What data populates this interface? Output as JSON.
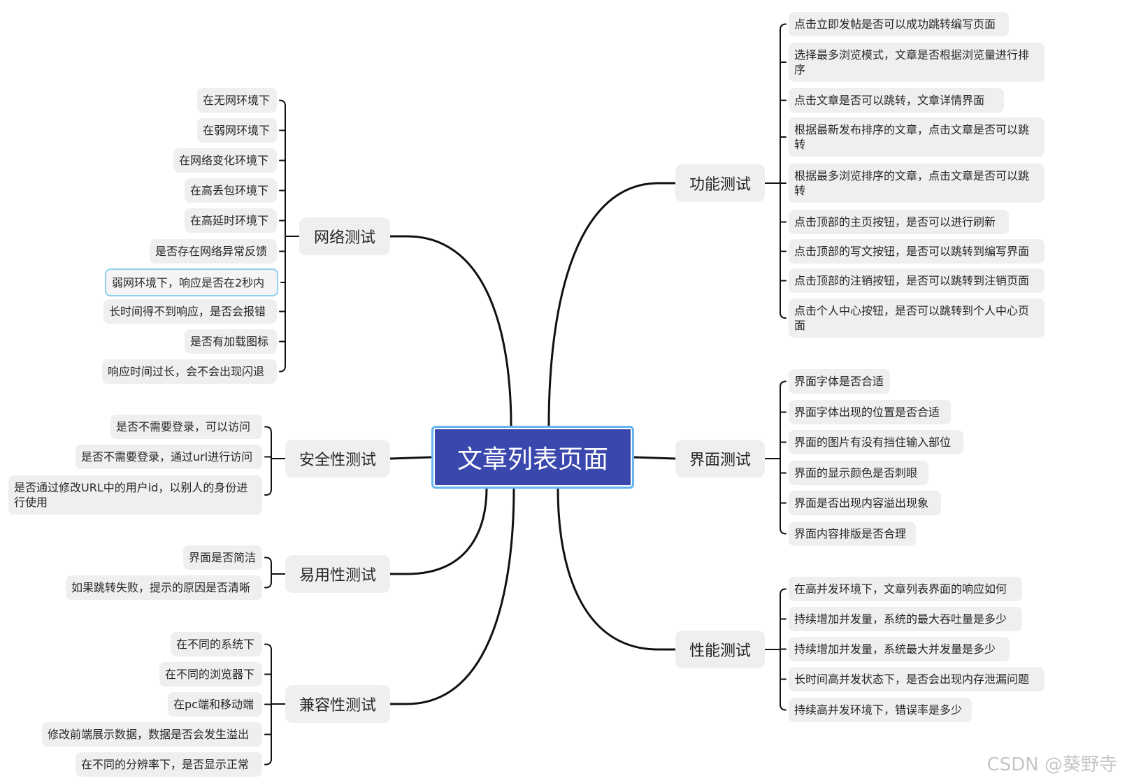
{
  "center": {
    "label": "文章列表页面"
  },
  "branches": [
    {
      "key": "func",
      "label": "功能测试",
      "items": [
        "点击立即发帖是否可以成功跳转编写页面",
        "选择最多浏览模式，文章是否根据浏览量进行排序",
        "点击文章是否可以跳转，文章详情界面",
        "根据最新发布排序的文章，点击文章是否可以跳转",
        "根据最多浏览排序的文章，点击文章是否可以跳转",
        "点击顶部的主页按钮，是否可以进行刷新",
        "点击顶部的写文按钮，是否可以跳转到编写界面",
        "点击顶部的注销按钮，是否可以跳转到注销页面",
        "点击个人中心按钮，是否可以跳转到个人中心页面"
      ]
    },
    {
      "key": "ui",
      "label": "界面测试",
      "items": [
        "界面字体是否合适",
        "界面字体出现的位置是否合适",
        "界面的图片有没有挡住输入部位",
        "界面的显示颜色是否刺眼",
        "界面是否出现内容溢出现象",
        "界面内容排版是否合理"
      ]
    },
    {
      "key": "perf",
      "label": "性能测试",
      "items": [
        "在高并发环境下，文章列表界面的响应如何",
        "持续增加并发量，系统的最大吞吐量是多少",
        "持续增加并发量，系统最大并发量是多少",
        "长时间高并发状态下，是否会出现内存泄漏问题",
        "持续高并发环境下，错误率是多少"
      ]
    },
    {
      "key": "net",
      "label": "网络测试",
      "items": [
        "在无网环境下",
        "在弱网环境下",
        "在网络变化环境下",
        "在高丢包环境下",
        "在高延时环境下",
        "是否存在网络异常反馈",
        "弱网环境下，响应是否在2秒内",
        "长时间得不到响应，是否会报错",
        "是否有加载图标",
        "响应时间过长，会不会出现闪退"
      ]
    },
    {
      "key": "sec",
      "label": "安全性测试",
      "items": [
        "是否不需要登录，可以访问",
        "是否不需要登录，通过url进行访问",
        "是否通过修改URL中的用户id，以别人的身份进行使用"
      ]
    },
    {
      "key": "use",
      "label": "易用性测试",
      "items": [
        "界面是否简洁",
        "如果跳转失败，提示的原因是否清晰"
      ]
    },
    {
      "key": "compat",
      "label": "兼容性测试",
      "items": [
        "在不同的系统下",
        "在不同的浏览器下",
        "在pc端和移动端",
        "修改前端展示数据，数据是否会发生溢出",
        "在不同的分辨率下，是否显示正常"
      ]
    }
  ],
  "watermark": "CSDN @葵野寺",
  "colors": {
    "center_fill": "#3a47ad",
    "center_border": "#66b5f2",
    "node_fill": "#efefef",
    "line": "#111111",
    "selected_border": "#8fd0ee"
  }
}
